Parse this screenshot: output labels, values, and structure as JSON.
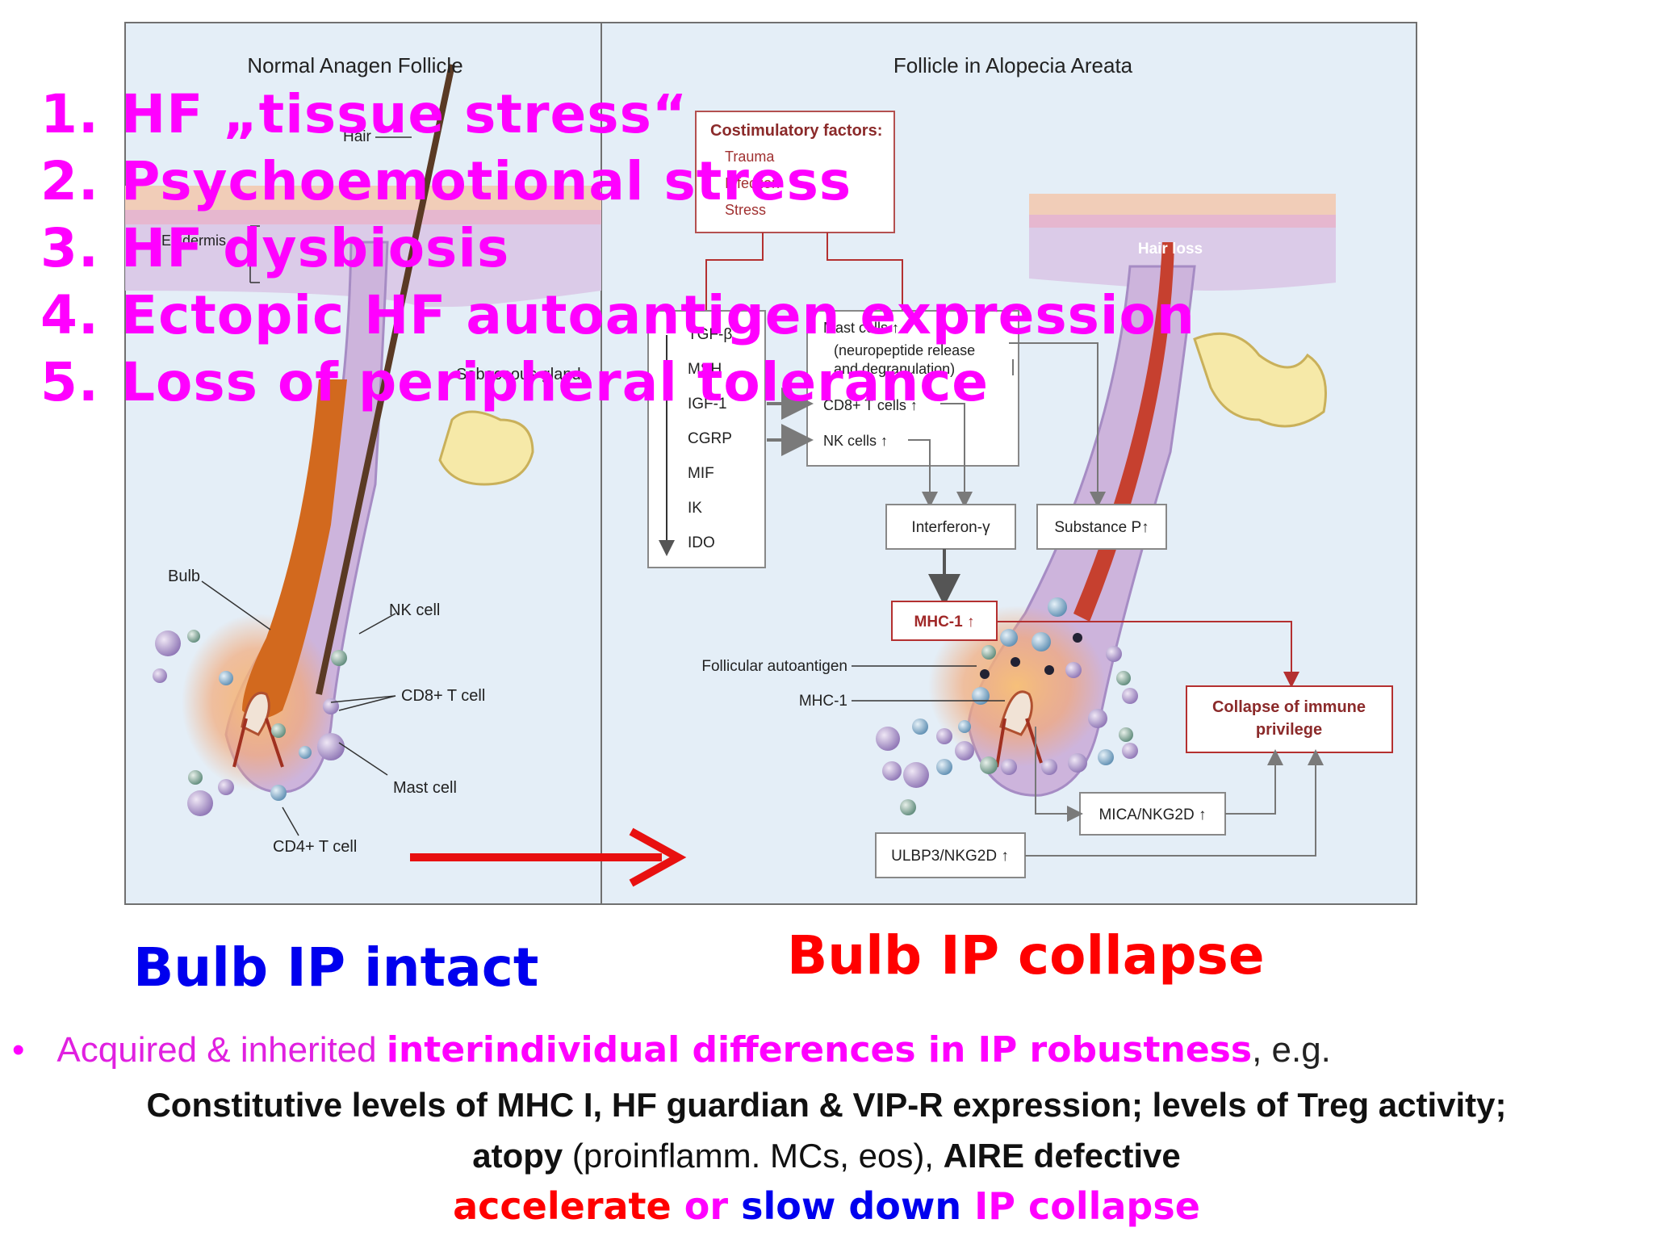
{
  "diagram": {
    "left_panel_title": "Normal Anagen Follicle",
    "right_panel_title": "Follicle in Alopecia Areata",
    "left_labels": {
      "hair": "Hair",
      "epidermis": "Epidermis",
      "sebaceous_gland": "Sebaceous gland",
      "bulb": "Bulb",
      "nk_cell": "NK cell",
      "cd8_t_cell": "CD8+ T cell",
      "mast_cell": "Mast cell",
      "cd4_t_cell": "CD4+ T cell"
    },
    "costimulatory": {
      "title": "Costimulatory factors:",
      "items": [
        "Trauma",
        "Infection",
        "Stress"
      ]
    },
    "mediators": [
      "TGF-β",
      "MSH",
      "IGF-1",
      "CGRP",
      "MIF",
      "IK",
      "IDO"
    ],
    "cells_box": {
      "mast": "Mast cells ↑",
      "mast_sub": "(neuropeptide release",
      "mast_sub2": "and degranulation)",
      "cd8": "CD8+ T cells ↑",
      "nk": "NK cells ↑"
    },
    "interferon": "Interferon-γ",
    "substance_p": "Substance P↑",
    "mhc1_up": "MHC-1 ↑",
    "follicular_autoantigen": "Follicular autoantigen",
    "mhc1": "MHC-1",
    "collapse_line1": "Collapse of immune",
    "collapse_line2": "privilege",
    "mica": "MICA/NKG2D ↑",
    "ulbp3": "ULBP3/NKG2D ↑",
    "hair_loss": "Hair loss"
  },
  "overlay_list": [
    {
      "num": "1.",
      "text": "HF „tissue stress“"
    },
    {
      "num": "2.",
      "text": "Psychoemotional stress"
    },
    {
      "num": "3.",
      "text": "HF dysbiosis"
    },
    {
      "num": "4.",
      "text": "Ectopic HF autoantigen expression"
    },
    {
      "num": "5.",
      "text": "Loss of peripheral tolerance"
    }
  ],
  "captions": {
    "left": "Bulb  IP intact",
    "right": "Bulb IP collapse"
  },
  "bottom": {
    "bullet": "•",
    "line1_a": "Acquired & inherited ",
    "line1_b": "interindividual differences in IP robustness",
    "line1_c": ", e.g.",
    "line2": "Constitutive levels of  MHC I, HF guardian & VIP-R expression; levels of Treg activity;",
    "line3_a": "atopy",
    "line3_b": " (proinflamm. MCs, eos),  ",
    "line3_c": "AIRE defective",
    "line4_a": "accelerate",
    "line4_b": " or ",
    "line4_c": "slow down",
    "line4_d": " IP collapse"
  },
  "colors": {
    "magenta": "#ff00ff",
    "blue": "#0000ee",
    "red": "#ff0000",
    "panel_bg": "#e6f0f8",
    "arrow": "#e81010"
  }
}
